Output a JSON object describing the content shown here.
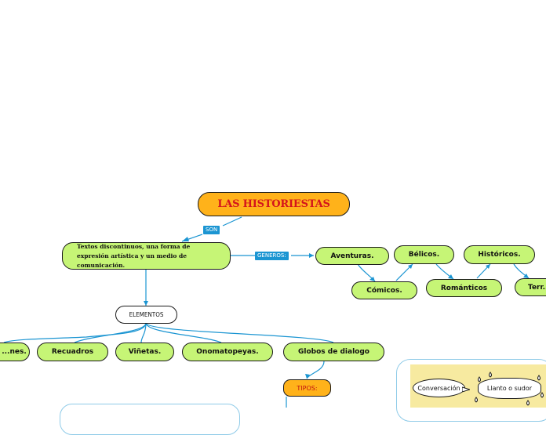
{
  "root": {
    "label": "LAS HISTORIESTAS"
  },
  "connectors": {
    "son": "SON",
    "generos": "GENEROS:"
  },
  "definition": {
    "text": "Textos discontinuos, una forma de expresión artística y un medio de comunicación."
  },
  "elements": {
    "label": "ELEMENTOS",
    "items": [
      "...nes.",
      "Recuadros",
      "Viñetas.",
      "Onomatopeyas.",
      "Globos de dialogo"
    ]
  },
  "genres": [
    "Aventuras.",
    "Bélicos.",
    "Históricos.",
    "Cómicos.",
    "Románticos",
    "Terr..."
  ],
  "tipos": {
    "label": "TIPOS:"
  },
  "bubbles": [
    "Conversación",
    "Llanto o sudor"
  ],
  "colors": {
    "accent_orange": "#ffb21a",
    "node_green": "#c6f576",
    "link_blue": "#1b95d2",
    "title_red": "#d4141c"
  }
}
